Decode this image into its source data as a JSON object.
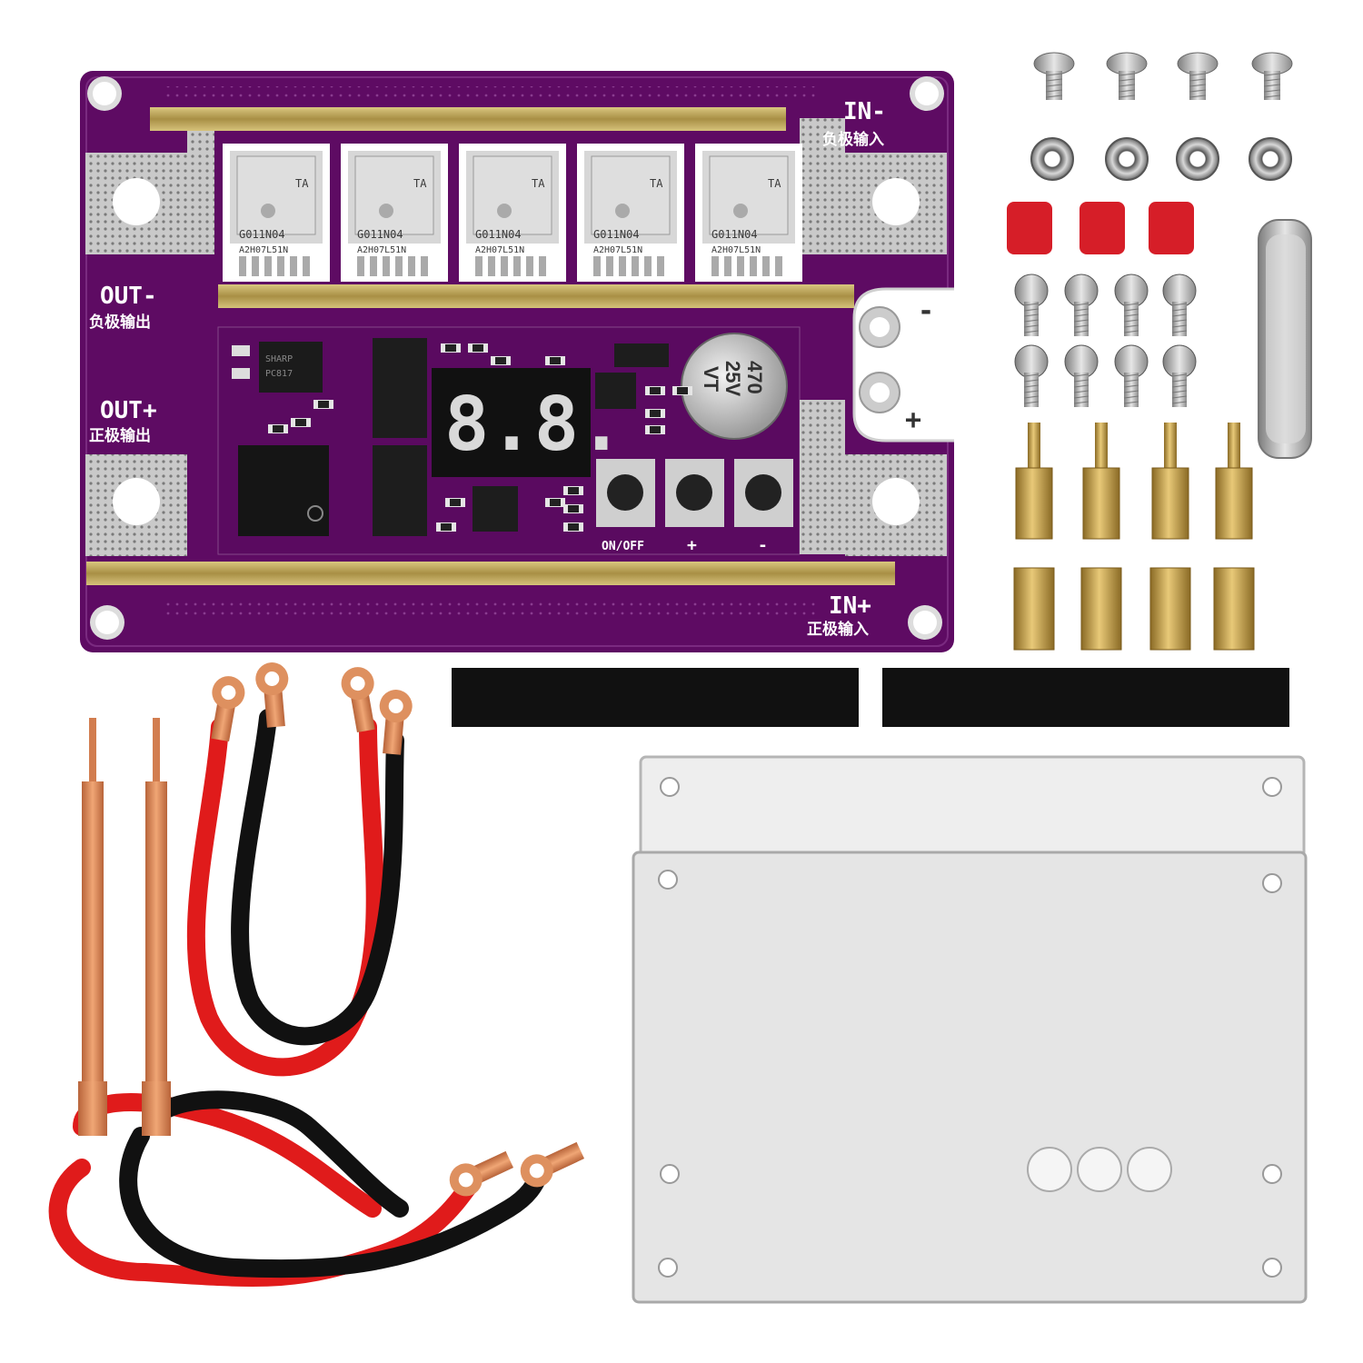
{
  "board": {
    "in_minus_label": "IN-",
    "in_minus_cn": "负极输入",
    "out_minus_label": "OUT-",
    "out_minus_cn": "负极输出",
    "out_plus_label": "OUT+",
    "out_plus_cn": "正极输出",
    "in_plus_label": "IN+",
    "in_plus_cn": "正极输入",
    "mosfet_line1": "G011N04",
    "mosfet_line2": "A2H07L51N",
    "mosfet_brand": "TA",
    "display_text": "8.8.",
    "cap_line1": "470",
    "cap_line2": "25V",
    "cap_line3": "VT",
    "optocoupler_text": "PC817",
    "optocoupler_brand": "SHARP",
    "btn_onoff": "ON/OFF",
    "btn_plus": "+",
    "btn_minus": "-",
    "term_minus": "-",
    "term_plus": "+"
  },
  "colors": {
    "pcb": "#5e0b63",
    "pcb_dark": "#4a0750",
    "gold": "#b8a15a",
    "copper": "#d8895a",
    "red_wire": "#e01b1b",
    "black_wire": "#111111",
    "acrylic": "#e9e9e9"
  }
}
